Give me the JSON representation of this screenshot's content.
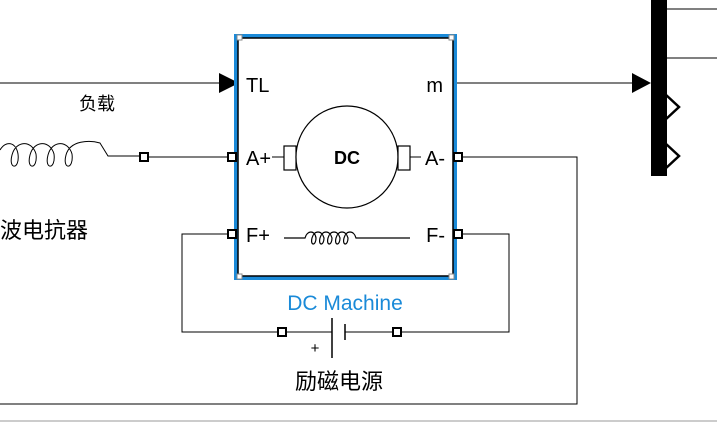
{
  "canvas": {
    "background": "#ffffff"
  },
  "dc_machine": {
    "name": "DC Machine",
    "center_label": "DC",
    "selection_color": "#1a8ad8",
    "name_color": "#1a8ad8",
    "ports": {
      "tl": "TL",
      "m": "m",
      "a_plus": "A+",
      "a_minus": "A-",
      "f_plus": "F+",
      "f_minus": "F-"
    }
  },
  "labels": {
    "load": "负载",
    "reactor": "波电抗器",
    "field_source": "励磁电源",
    "battery_plus": "+"
  }
}
